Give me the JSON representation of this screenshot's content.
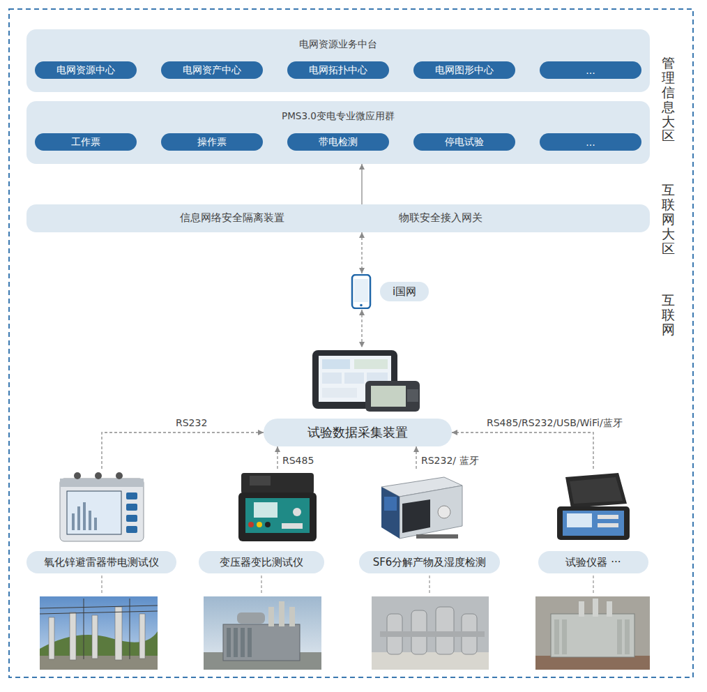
{
  "diagram": {
    "nodes": [
      {
        "text": [
          "电网资源业务中台"
        ]
      },
      {
        "text": [
          "电网资源中心"
        ],
        "in": 0
      },
      {
        "text": [
          "电网资产中心"
        ],
        "in": 0
      },
      {
        "text": [
          "电网拓扑中心"
        ],
        "in": 0
      },
      {
        "text": [
          "电网图形中心"
        ],
        "in": 0
      },
      {
        "text": [
          "..."
        ],
        "in": 0
      },
      {
        "text": [
          "PMS3.0变电专业微应用群"
        ]
      },
      {
        "text": [
          "工作票"
        ],
        "in": 6
      },
      {
        "text": [
          "操作票"
        ],
        "in": 6
      },
      {
        "text": [
          "带电检测"
        ],
        "in": 6
      },
      {
        "text": [
          "停电试验"
        ],
        "in": 6
      },
      {
        "text": [
          "..."
        ],
        "in": 6
      },
      {
        "text": [
          "信息网络安全隔离装置",
          "物联安全接入网关"
        ]
      },
      {
        "text": [
          "i国网"
        ]
      },
      {
        "text": [
          "试验数据采集装置"
        ]
      },
      {
        "text": [
          "氧化锌避雷器带电测试仪"
        ]
      },
      {
        "text": [
          "变压器变比测试仪"
        ]
      },
      {
        "text": [
          "SF6分解产物及湿度检测"
        ]
      },
      {
        "text": [
          "试验仪器 ···"
        ]
      }
    ],
    "edges": [
      {
        "from": 12,
        "to": 6,
        "arrow": "to"
      },
      {
        "from": 12,
        "to": 13,
        "arrow": "both"
      },
      {
        "from": 13,
        "to": 14,
        "arrow": "both"
      },
      {
        "from": 15,
        "to": 14,
        "arrow": "to",
        "label": "RS232"
      },
      {
        "from": 16,
        "to": 14,
        "arrow": "to",
        "label": "RS485"
      },
      {
        "from": 17,
        "to": 14,
        "arrow": "to",
        "label": "RS232/ 蓝牙"
      },
      {
        "from": 18,
        "to": 14,
        "arrow": "to",
        "label": "RS485/RS232/USB/WiFi/蓝牙"
      }
    ],
    "labels": [
      "管理信息大区",
      "互联网大区",
      "互联网"
    ]
  }
}
